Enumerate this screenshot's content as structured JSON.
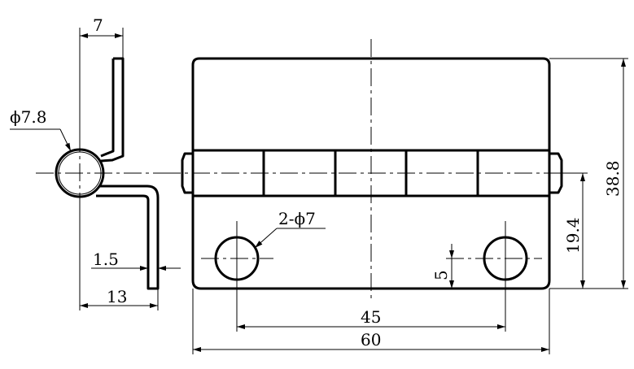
{
  "dimensions": {
    "side_width": "7",
    "pin_diameter": "ϕ7.8",
    "thickness": "1.5",
    "side_depth": "13",
    "holes": "2-ϕ7",
    "hole_spacing": "45",
    "total_width": "60",
    "hole_offset": "5",
    "axis_height": "19.4",
    "total_height": "38.8"
  },
  "colors": {
    "line": "#000000",
    "background": "#ffffff"
  }
}
